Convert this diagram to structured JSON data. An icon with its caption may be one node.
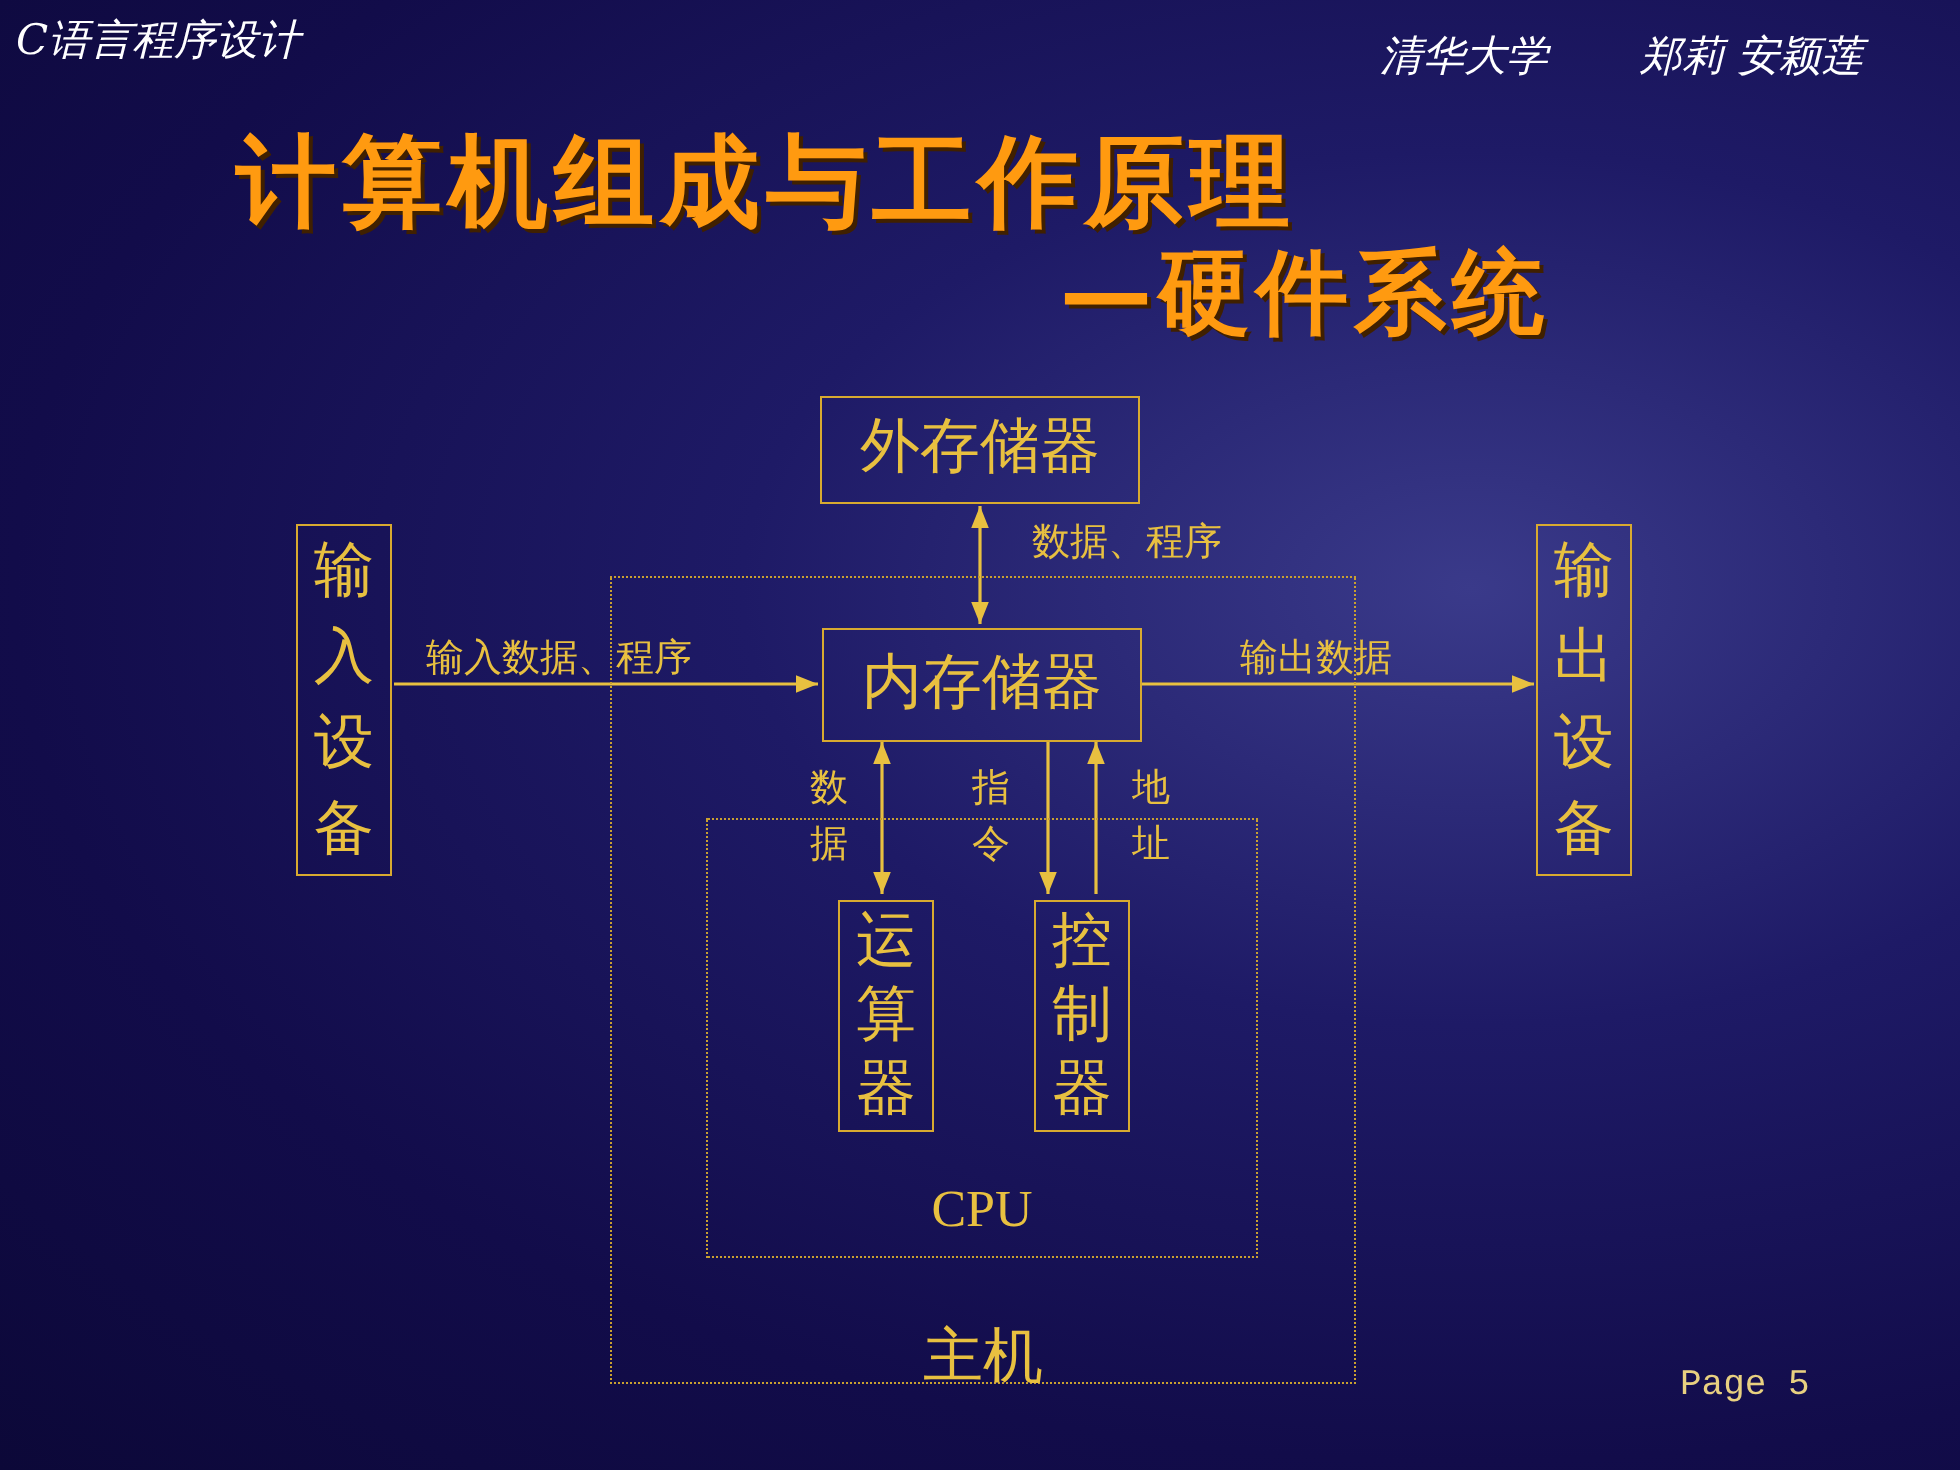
{
  "diagram": {
    "title": "计算机组成与工作原理",
    "nodes": [
      {
        "text": [
          "主机"
        ]
      },
      {
        "text": [
          "外存储器"
        ]
      },
      {
        "text": [
          "输入设备"
        ]
      },
      {
        "text": [
          "输出设备"
        ]
      },
      {
        "text": [
          "内存储器"
        ],
        "in": 0
      },
      {
        "text": [
          "CPU"
        ],
        "in": 0
      },
      {
        "text": [
          "运算器"
        ],
        "in": 5
      },
      {
        "text": [
          "控制器"
        ],
        "in": 5
      }
    ],
    "edges": [
      {
        "from": 1,
        "to": 4,
        "arrow": "both",
        "label": "数据、程序"
      },
      {
        "from": 2,
        "to": 4,
        "arrow": "to",
        "label": "输入数据、程序"
      },
      {
        "from": 4,
        "to": 3,
        "arrow": "to",
        "label": "输出数据"
      },
      {
        "from": 4,
        "to": 6,
        "arrow": "both",
        "label": "数据"
      },
      {
        "from": 4,
        "to": 7,
        "arrow": "to",
        "label": "指令"
      },
      {
        "from": 7,
        "to": 4,
        "arrow": "to",
        "label": "地址"
      }
    ],
    "labels": [
      "—硬件系统",
      "C语言程序设计",
      "清华大学",
      "郑莉 安颖莲",
      "Page 5"
    ]
  }
}
